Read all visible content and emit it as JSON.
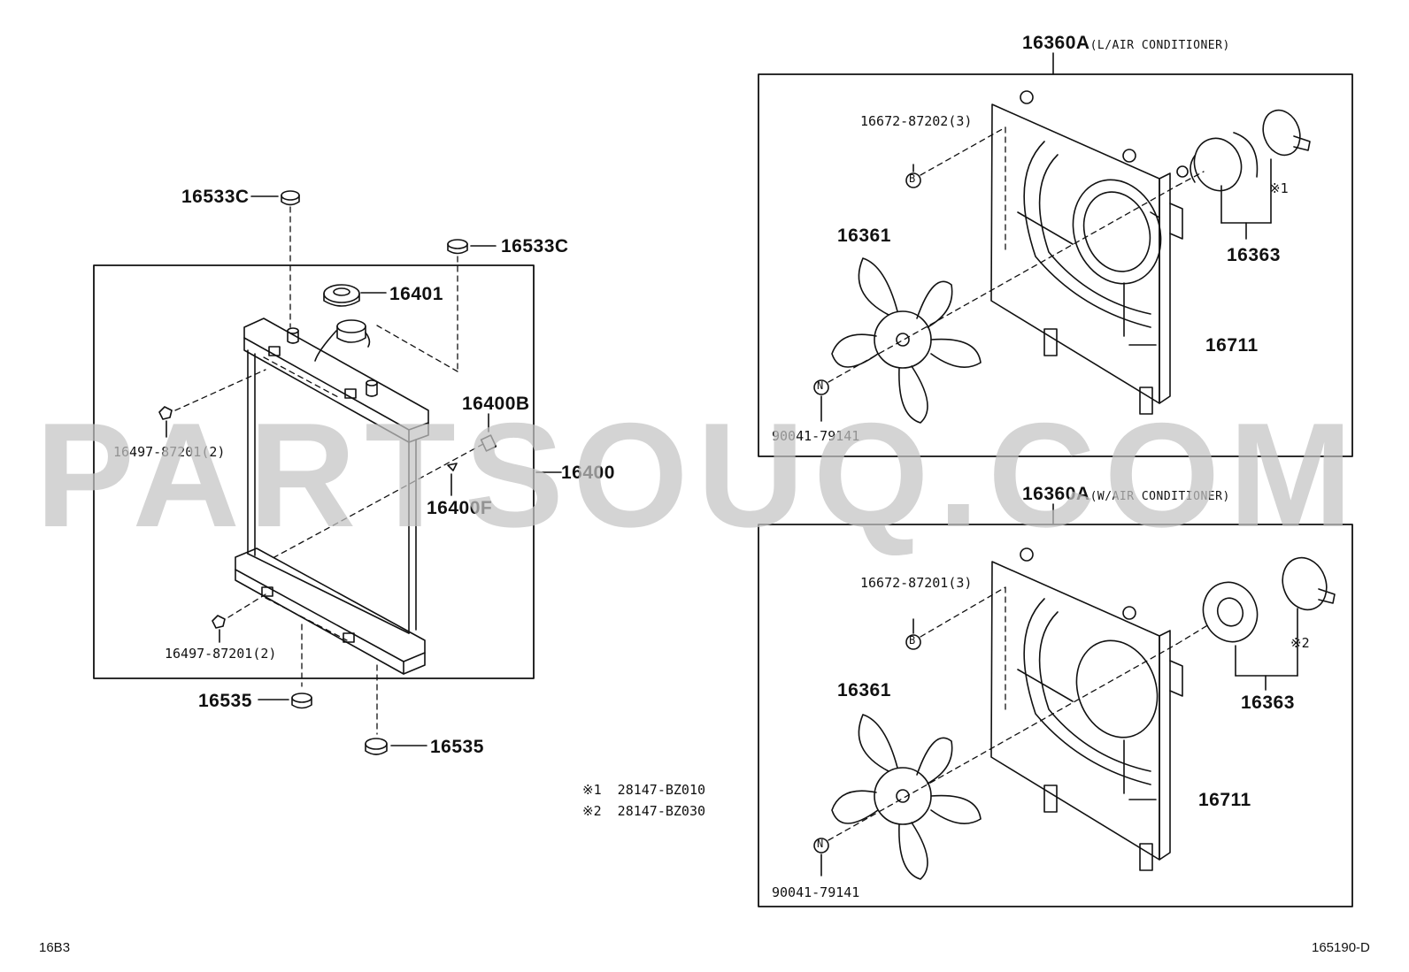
{
  "radiator": {
    "cushion_top_left": "16533C",
    "cushion_top_right": "16533C",
    "cap": "16401",
    "drain_cock_plug": "16400B",
    "drain_cock": "16400F",
    "radiator_assy": "16400",
    "clip_upper": "16497-87201(2)",
    "clip_lower": "16497-87201(2)",
    "cushion_bottom_left": "16535",
    "cushion_bottom_right": "16535"
  },
  "fan_upper": {
    "title_code": "16360A",
    "title_note": "(L/AIR CONDITIONER)",
    "screw": "16672-87202(3)",
    "screw_marker": "B",
    "fan": "16361",
    "nut_marker": "N",
    "nut": "90041-79141",
    "motor": "16363",
    "motor_note": "※1",
    "shroud": "16711"
  },
  "fan_lower": {
    "title_code": "16360A",
    "title_note": "(W/AIR CONDITIONER)",
    "screw": "16672-87201(3)",
    "screw_marker": "B",
    "fan": "16361",
    "nut_marker": "N",
    "nut": "90041-79141",
    "motor": "16363",
    "motor_note": "※2",
    "shroud": "16711"
  },
  "notes": [
    {
      "mark": "※1",
      "part": "28147-BZ010"
    },
    {
      "mark": "※2",
      "part": "28147-BZ030"
    }
  ],
  "footer": {
    "left_code": "16B3",
    "right_code": "165190-D"
  },
  "watermark": "PARTSOUQ.COM",
  "colors": {
    "line": "#111111",
    "watermark": "#c4c4c4",
    "background": "#ffffff"
  }
}
